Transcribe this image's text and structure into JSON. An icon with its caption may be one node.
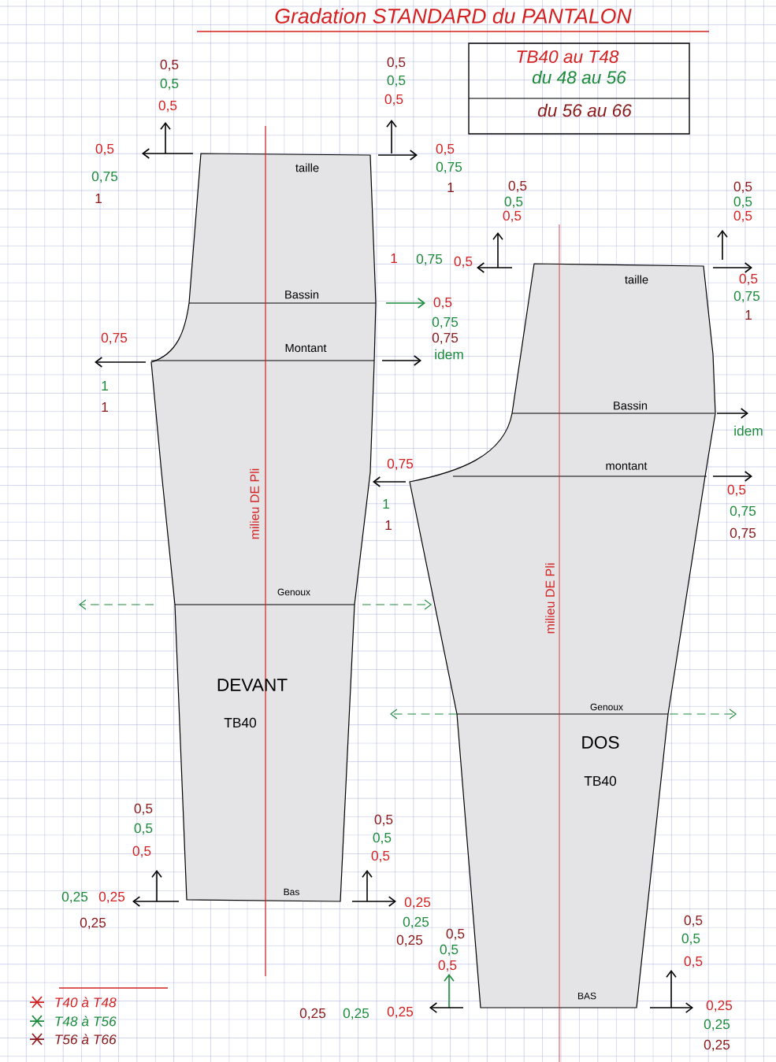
{
  "diagram": {
    "title": "Gradation STANDARD du PANTALON",
    "nodes": [
      {
        "text": [
          "taille",
          "Bassin",
          "Montant",
          "milieu DE Pli",
          "Genoux",
          "DEVANT",
          "TB40",
          "Bas"
        ]
      },
      {
        "text": [
          "taille",
          "Bassin",
          "montant",
          "milieu DE Pli",
          "Genoux",
          "DOS",
          "TB40",
          "BAS"
        ]
      },
      {
        "text": [
          "TB40 au T48",
          "du 48 au 56",
          "du 56 au 66"
        ]
      }
    ],
    "labels": [
      "0,5",
      "0,5",
      "0,5",
      "0,5",
      "0,75",
      "1",
      "0,5",
      "0,5",
      "0,5",
      "0,5",
      "0,75",
      "1",
      "0,5",
      "0,5",
      "0,5",
      "1",
      "0,75",
      "0,5",
      "0,5",
      "0,5",
      "0,5",
      "0,5",
      "0,75",
      "1",
      "0,5",
      "0,75",
      "0,75",
      "0,75",
      "idem",
      "1",
      "1",
      "idem",
      "0,75",
      "0,5",
      "1",
      "0,75",
      "1",
      "0,75",
      "0,5",
      "0,5",
      "0,5",
      "0,5",
      "0,5",
      "0,5",
      "0,25",
      "0,25",
      "0,25",
      "0,25",
      "0,25",
      "0,5",
      "0,5",
      "0,25",
      "0,5",
      "0,5",
      "0,5",
      "0,5",
      "0,25",
      "0,25",
      "0,25",
      "0,25",
      "0,25",
      "0,25"
    ],
    "legend": [
      {
        "text": "T40 à T48",
        "color": "#d42020"
      },
      {
        "text": "T48 à T56",
        "color": "#1a8a3a"
      },
      {
        "text": "T56 à T66",
        "color": "#8b1a1a"
      }
    ]
  }
}
